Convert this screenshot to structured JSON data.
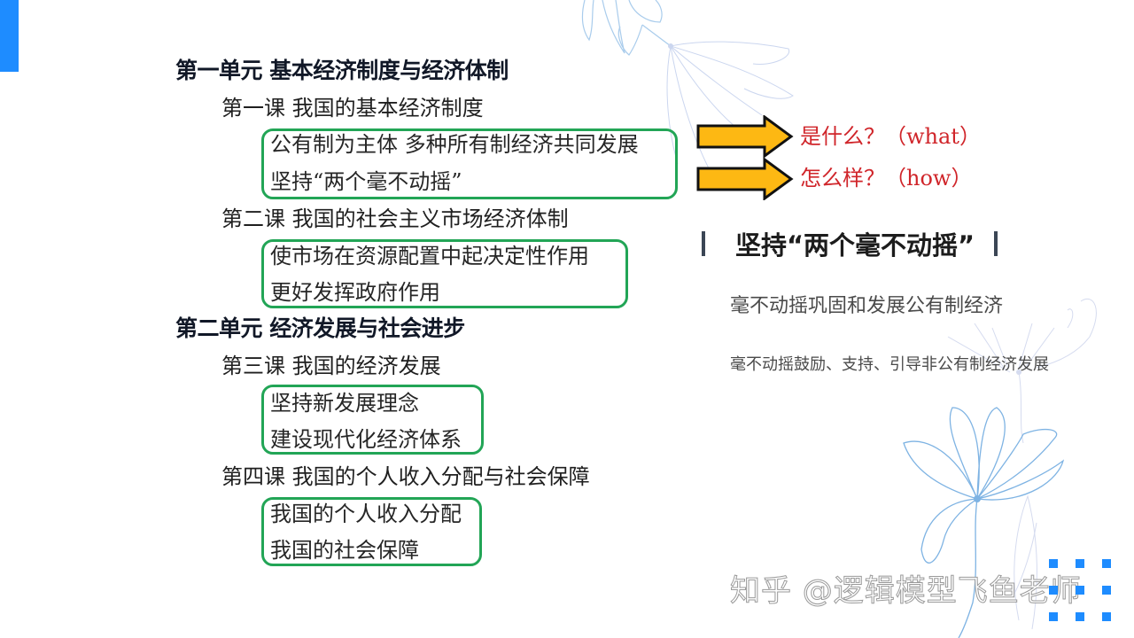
{
  "slide": {
    "accent_color": "#1e8cff",
    "box_color": "#22a556",
    "question_color": "#d0252a",
    "arrow_fill": "#fdb813"
  },
  "outline": {
    "units": [
      {
        "title": "第一单元 基本经济制度与经济体制",
        "lessons": [
          {
            "title": "第一课 我国的基本经济制度",
            "points": [
              "公有制为主体 多种所有制经济共同发展",
              "坚持“两个毫不动摇”"
            ]
          },
          {
            "title": "第二课 我国的社会主义市场经济体制",
            "points": [
              "使市场在资源配置中起决定性作用",
              "更好发挥政府作用"
            ]
          }
        ]
      },
      {
        "title": "第二单元 经济发展与社会进步",
        "lessons": [
          {
            "title": "第三课 我国的经济发展",
            "points": [
              "坚持新发展理念",
              "建设现代化经济体系"
            ]
          },
          {
            "title": "第四课 我国的个人收入分配与社会保障",
            "points": [
              "我国的个人收入分配",
              "我国的社会保障"
            ]
          }
        ]
      }
    ]
  },
  "annotations": {
    "what": "是什么？（what）",
    "how": "怎么样？（how）"
  },
  "card": {
    "title": "坚持“两个毫不动摇”",
    "lines": [
      "毫不动摇巩固和发展公有制经济",
      "毫不动摇鼓励、支持、引导非公有制经济发展"
    ]
  },
  "watermark": "知乎 @逻辑模型飞鱼老师"
}
